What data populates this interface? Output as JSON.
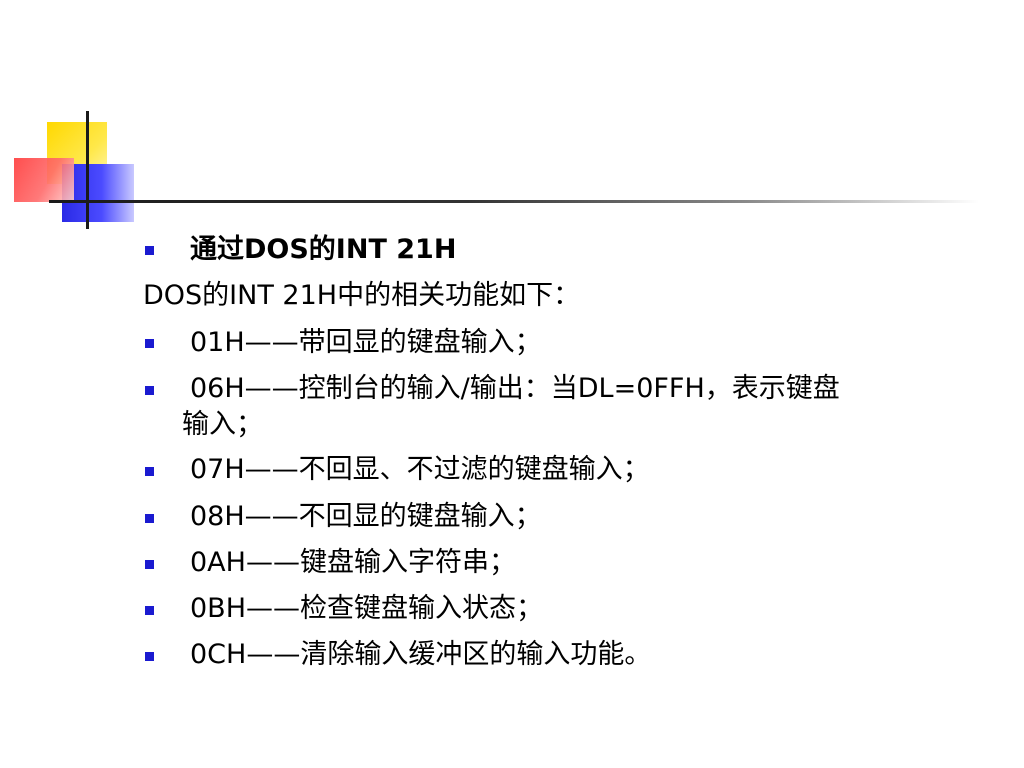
{
  "slide": {
    "heading": "通过DOS的INT 21H",
    "intro": "DOS的INT 21H中的相关功能如下：",
    "items": [
      {
        "text": "01H——带回显的键盘输入；"
      },
      {
        "text": "06H——控制台的输入/输出：当DL=0FFH，表示键盘",
        "continuation": "输入；"
      },
      {
        "text": "07H——不回显、不过滤的键盘输入；"
      },
      {
        "text": "08H——不回显的键盘输入；"
      },
      {
        "text": "0AH——键盘输入字符串；"
      },
      {
        "text": "0BH——检查键盘输入状态；"
      },
      {
        "text": "0CH——清除输入缓冲区的输入功能。"
      }
    ]
  },
  "colors": {
    "bullet": "#1a1ad0",
    "logo_yellow": "#ffd800",
    "logo_blue": "#2a2ae6",
    "logo_red": "#ff3a3a"
  }
}
